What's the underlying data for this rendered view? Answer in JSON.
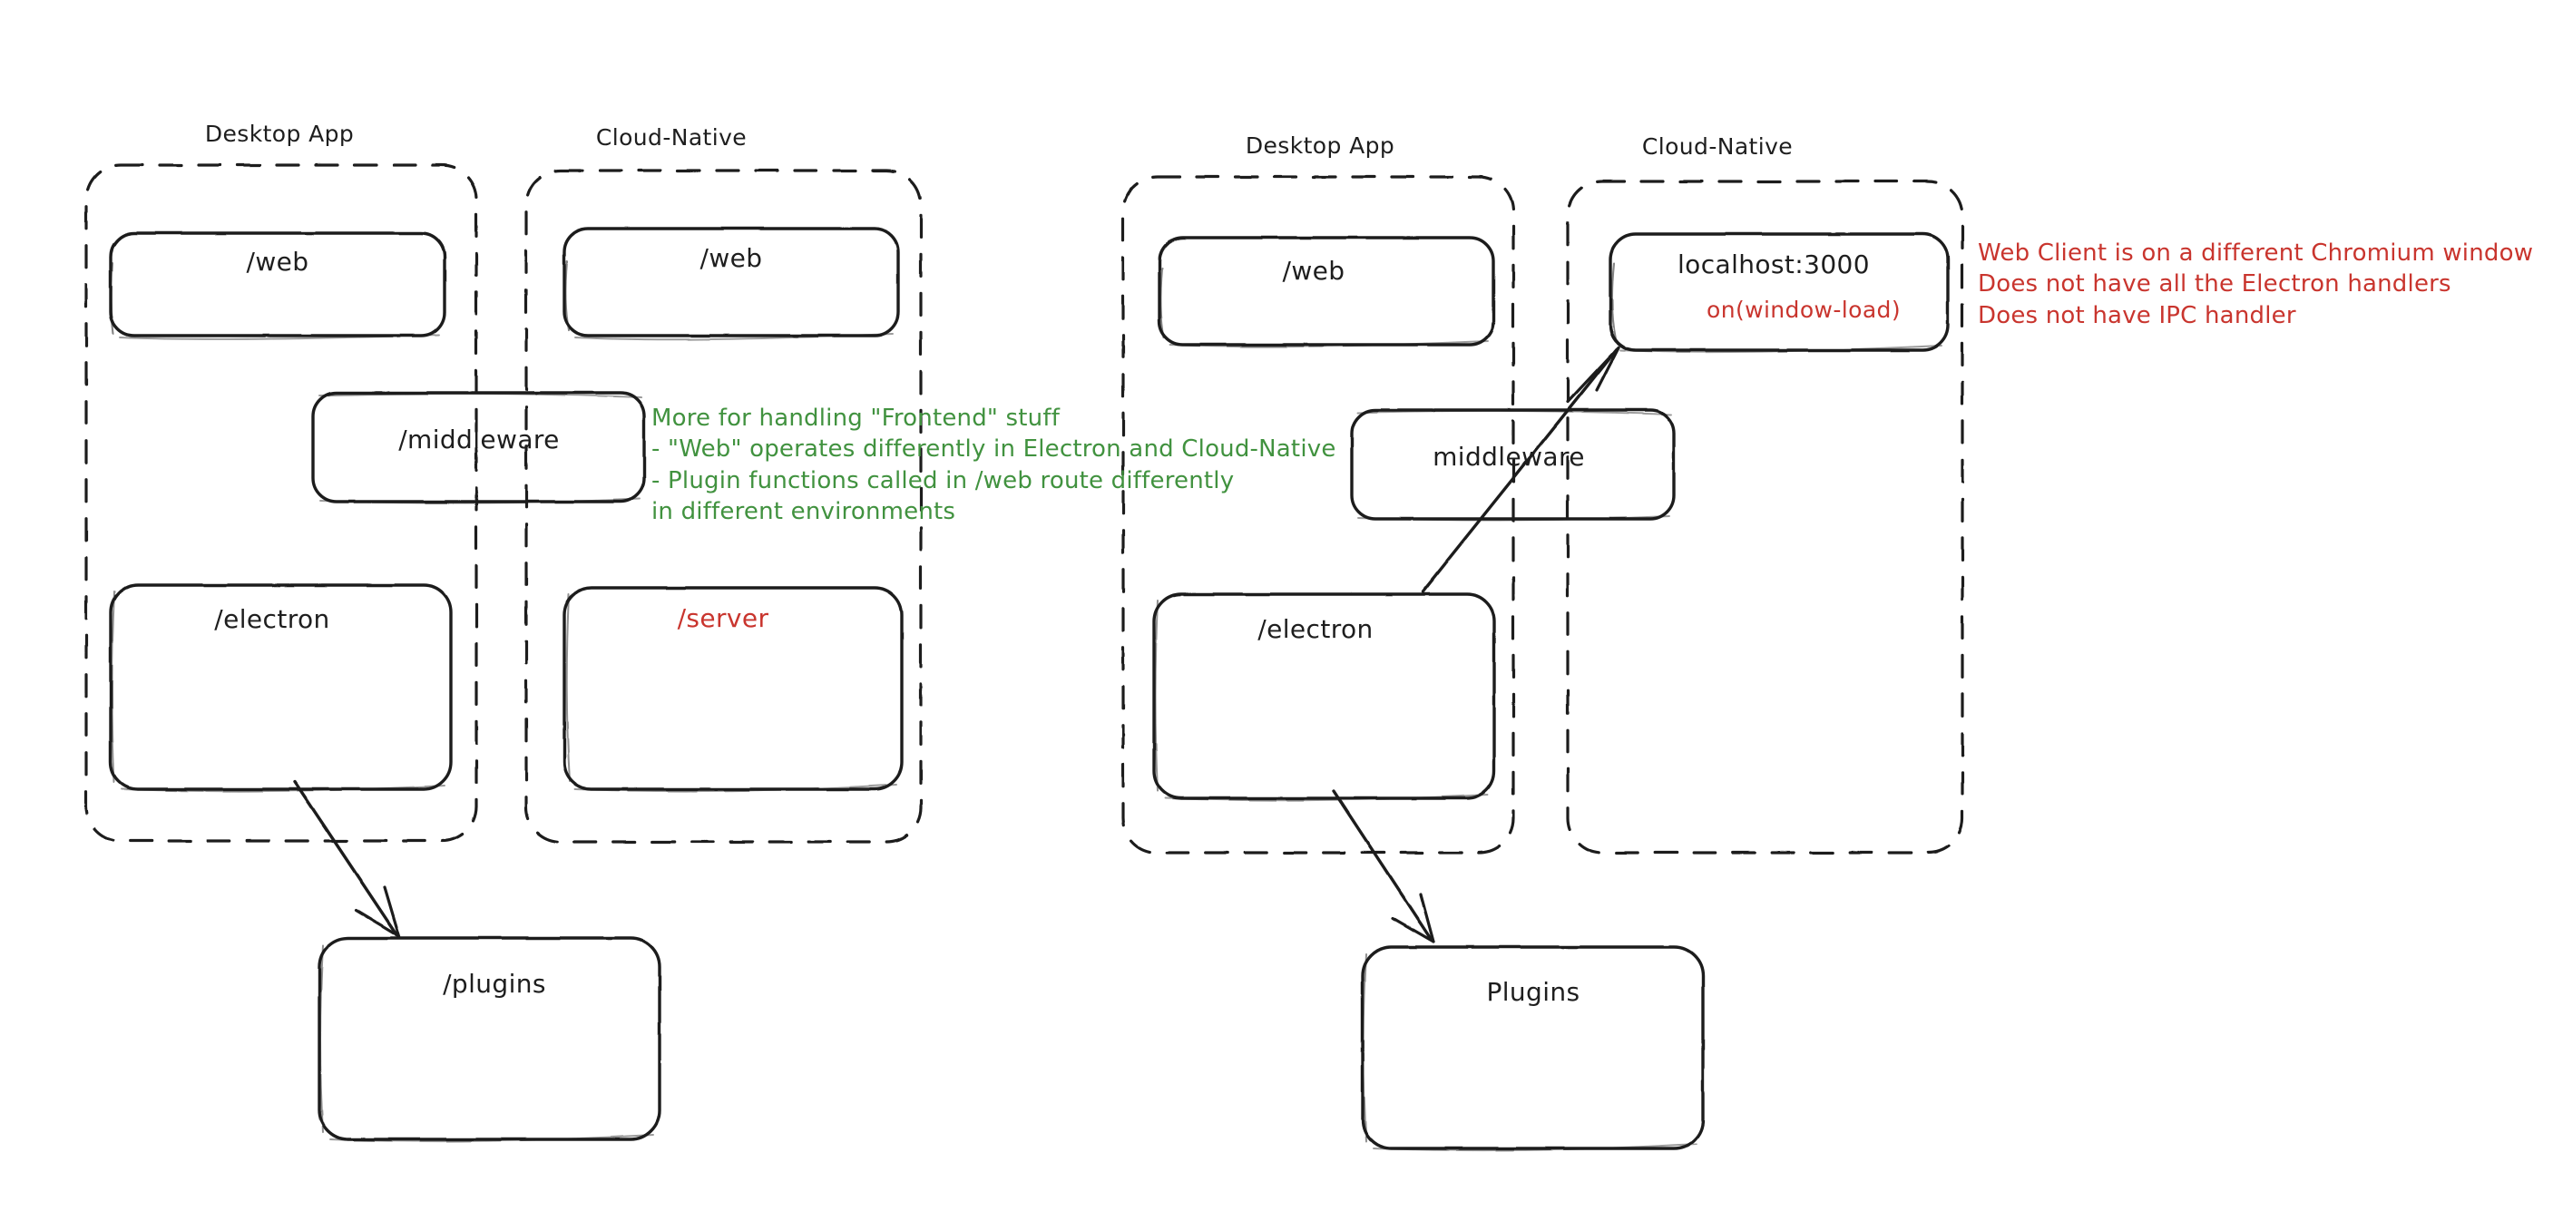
{
  "meta": {
    "title": "Electron vs Cloud-Native Architecture Comparison",
    "style": "hand-drawn whiteboard sketch",
    "background_color": "#ffffff",
    "stroke_color": "#1e1e1e",
    "accent_red": "#c9352e",
    "accent_green": "#41923f"
  },
  "diagrams": [
    {
      "id": "left-diagram",
      "name": "current-architecture",
      "containers": [
        {
          "id": "left-desktop",
          "title": "Desktop App",
          "style": "dashed"
        },
        {
          "id": "left-cloud-native",
          "title": "Cloud-Native",
          "style": "dashed"
        }
      ],
      "nodes": [
        {
          "id": "left-desktop-web",
          "label": "/web",
          "color": "black",
          "container": "left-desktop"
        },
        {
          "id": "left-cloud-web",
          "label": "/web",
          "color": "black",
          "container": "left-cloud-native"
        },
        {
          "id": "left-middleware",
          "label": "/middleware",
          "color": "black",
          "container": "spanning"
        },
        {
          "id": "left-electron",
          "label": "/electron",
          "color": "black",
          "container": "left-desktop"
        },
        {
          "id": "left-server",
          "label": "/server",
          "color": "red",
          "container": "left-cloud-native"
        },
        {
          "id": "left-plugins",
          "label": "/plugins",
          "color": "black",
          "container": "outside"
        }
      ],
      "arrows": [
        {
          "id": "left-electron-to-plugins",
          "from": "left-electron",
          "to": "left-plugins"
        }
      ]
    },
    {
      "id": "right-diagram",
      "name": "proposed-architecture",
      "containers": [
        {
          "id": "right-desktop",
          "title": "Desktop App",
          "style": "dashed"
        },
        {
          "id": "right-cloud-native",
          "title": "Cloud-Native",
          "style": "dashed"
        }
      ],
      "nodes": [
        {
          "id": "right-desktop-web",
          "label": "/web",
          "color": "black",
          "container": "right-desktop"
        },
        {
          "id": "right-localhost",
          "label": "localhost:3000",
          "sublabel": "on(window-load)",
          "color": "black",
          "sublabel_color": "red",
          "container": "right-cloud-native"
        },
        {
          "id": "right-middleware",
          "label": "middleware",
          "color": "black",
          "container": "spanning"
        },
        {
          "id": "right-electron",
          "label": "/electron",
          "color": "black",
          "container": "right-desktop"
        },
        {
          "id": "right-plugins",
          "label": "Plugins",
          "color": "black",
          "container": "outside"
        }
      ],
      "arrows": [
        {
          "id": "right-electron-to-localhost",
          "from": "right-electron",
          "to": "right-localhost"
        },
        {
          "id": "right-electron-to-plugins",
          "from": "right-electron",
          "to": "right-plugins"
        }
      ]
    }
  ],
  "annotations": [
    {
      "id": "green-note",
      "color": "green",
      "lines": [
        "More for handling \"Frontend\" stuff",
        "- \"Web\" operates differently in Electron and Cloud-Native",
        "- Plugin functions called in /web route differently",
        "in different environments"
      ],
      "text": "More for handling \"Frontend\" stuff\n- \"Web\" operates differently in Electron and Cloud-Native\n- Plugin functions called in /web route differently\nin different environments"
    },
    {
      "id": "red-note",
      "color": "red",
      "lines": [
        "Web Client is on a different Chromium window",
        "Does not have all the Electron handlers",
        "Does not have IPC handler"
      ],
      "text": "Web Client is on a different Chromium window\nDoes not have all the Electron handlers\nDoes not have IPC handler"
    }
  ]
}
